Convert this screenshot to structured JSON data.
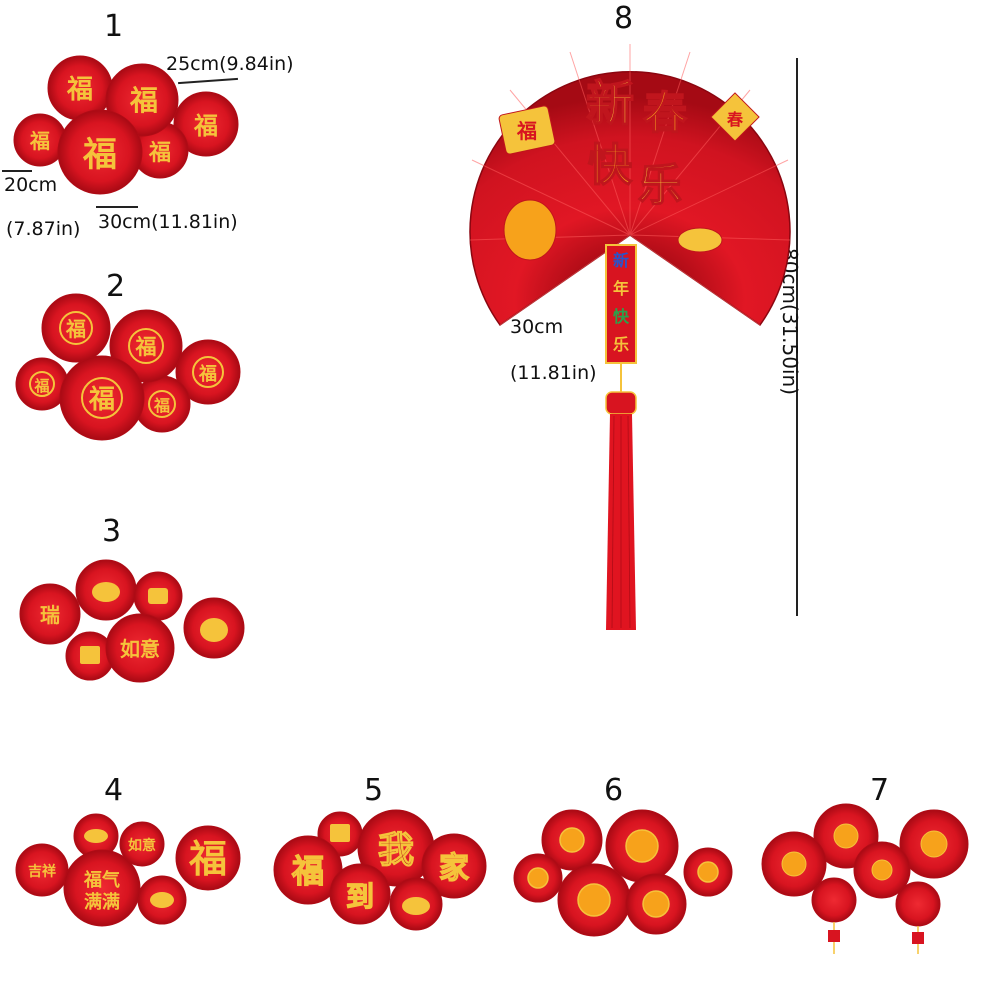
{
  "colors": {
    "red": "#d81420",
    "dark_red": "#9c0710",
    "gold": "#f5c33b",
    "orange": "#f7a21b"
  },
  "labels": [
    "1",
    "2",
    "3",
    "4",
    "5",
    "6",
    "7",
    "8"
  ],
  "dimensions": {
    "set1_width": "25cm(9.84in)",
    "set1_height_cm": "20cm",
    "set1_height_in": "(7.87in)",
    "set1_width2": "30cm(11.81in)",
    "fan_radius_cm": "30cm",
    "fan_radius_in": "(11.81in)",
    "fan_height": "80cm(31.50in)"
  },
  "fan_chars": {
    "fu": "福",
    "chun": "春",
    "xin_nian_kuai_le": [
      "新",
      "年",
      "快",
      "乐"
    ],
    "big": [
      "新",
      "春",
      "快",
      "乐"
    ],
    "wo": "我",
    "jia": "家",
    "dao": "到",
    "fu_qi_man_man": [
      "福",
      "气",
      "满",
      "满"
    ],
    "ji_xiang": "吉祥",
    "ru_yi": "如意"
  }
}
